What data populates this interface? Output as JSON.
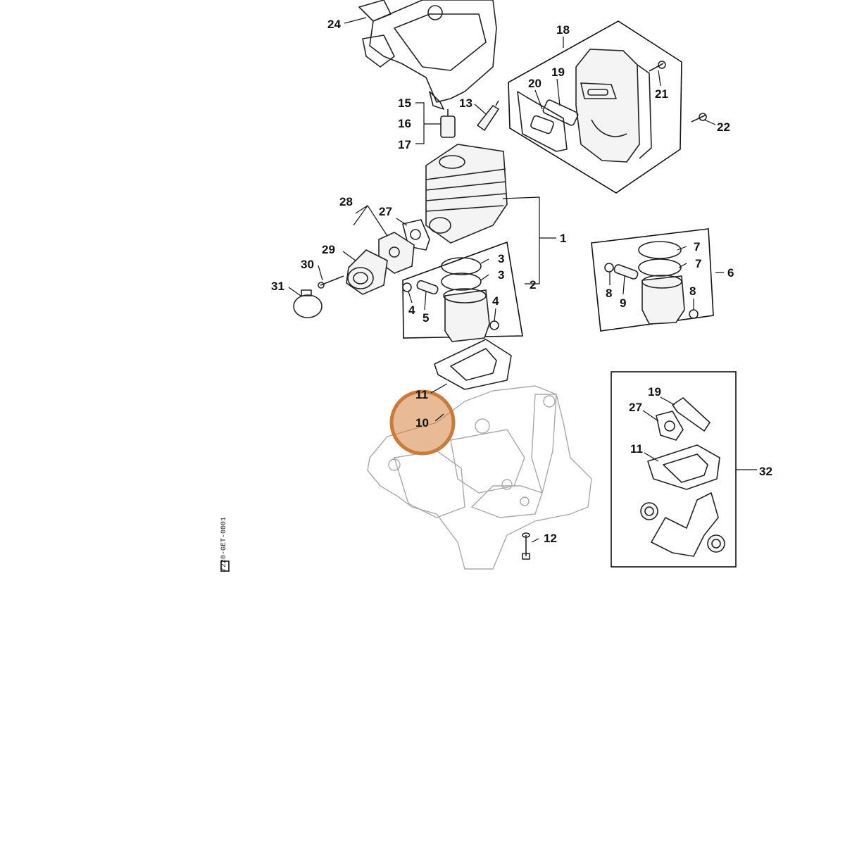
{
  "callouts": {
    "c1": "1",
    "c2": "2",
    "c3a": "3",
    "c3b": "3",
    "c4a": "4",
    "c4b": "4",
    "c5": "5",
    "c6": "6",
    "c7a": "7",
    "c7b": "7",
    "c8a": "8",
    "c8b": "8",
    "c9": "9",
    "c10": "10",
    "c11a": "11",
    "c11b": "11",
    "c12": "12",
    "c13": "13",
    "c15": "15",
    "c16": "16",
    "c17": "17",
    "c18": "18",
    "c19a": "19",
    "c19b": "19",
    "c20": "20",
    "c21": "21",
    "c22": "22",
    "c24": "24",
    "c27a": "27",
    "c27b": "27",
    "c28": "28",
    "c29": "29",
    "c30": "30",
    "c31": "31",
    "c32": "32"
  },
  "drawing_code": "7220-GET-0001",
  "highlight": {
    "target_callout": "10",
    "color": "#d6833f"
  }
}
